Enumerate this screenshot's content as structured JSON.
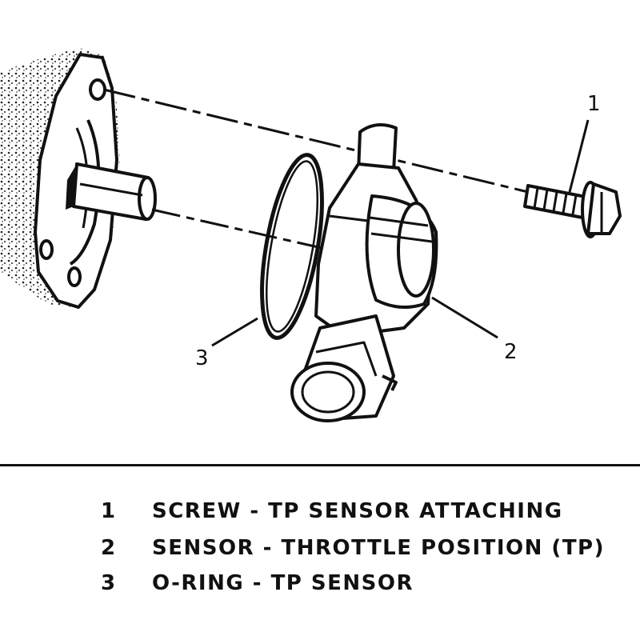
{
  "callouts": [
    {
      "number": "1"
    },
    {
      "number": "2"
    },
    {
      "number": "3"
    }
  ],
  "legend": [
    {
      "number": "1",
      "text": "SCREW - TP SENSOR ATTACHING"
    },
    {
      "number": "2",
      "text": "SENSOR - THROTTLE POSITION (TP)"
    },
    {
      "number": "3",
      "text": "O-RING - TP SENSOR"
    }
  ]
}
